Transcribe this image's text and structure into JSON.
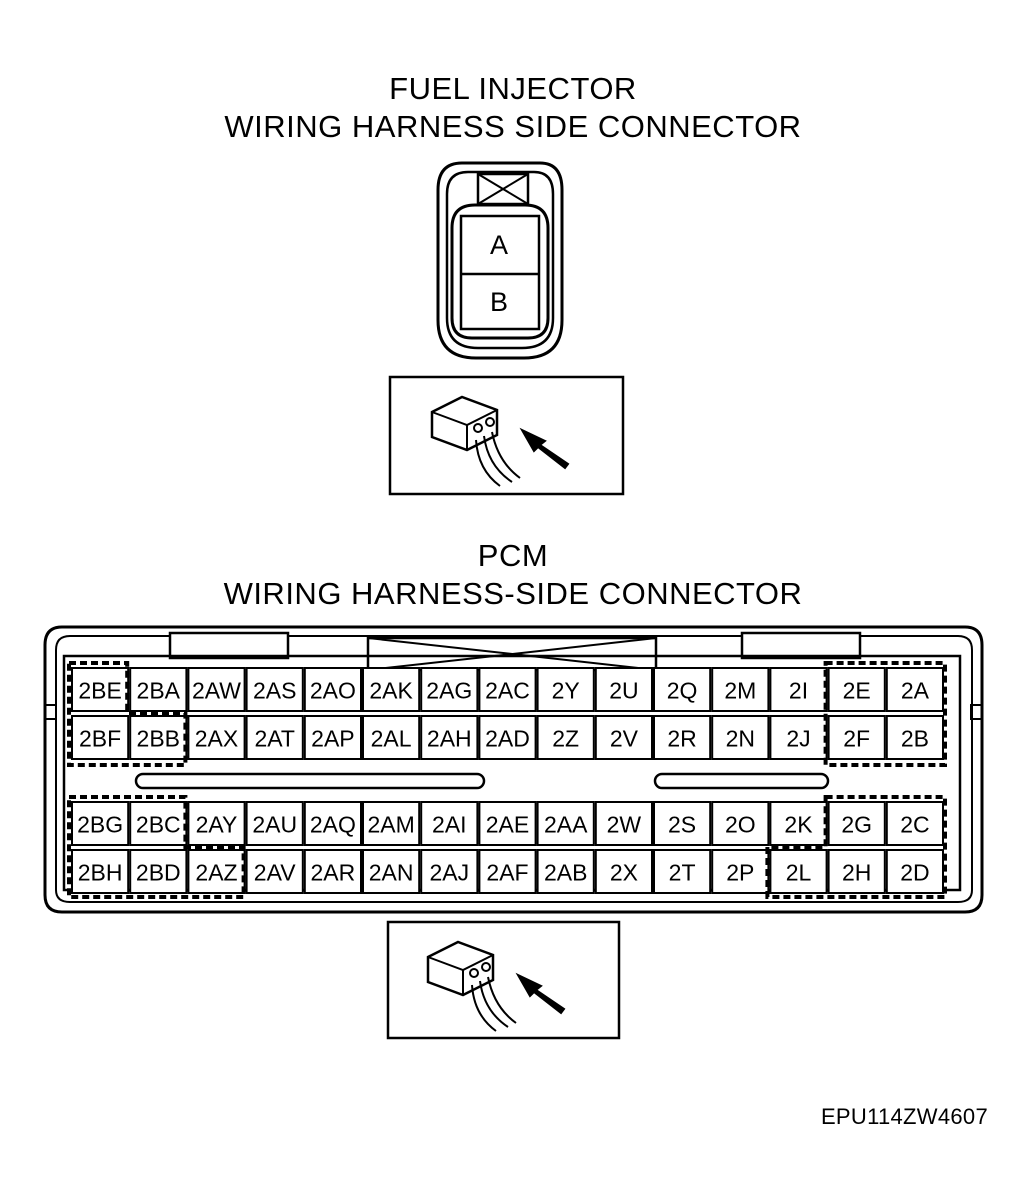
{
  "injector": {
    "title_line1": "FUEL INJECTOR",
    "title_line2": "WIRING HARNESS SIDE CONNECTOR",
    "terminals": [
      "A",
      "B"
    ]
  },
  "pcm": {
    "title_line1": "PCM",
    "title_line2": "WIRING HARNESS-SIDE CONNECTOR",
    "upper_block": [
      [
        "2BE",
        "2BA",
        "2AW",
        "2AS",
        "2AO",
        "2AK",
        "2AG",
        "2AC",
        "2Y",
        "2U",
        "2Q",
        "2M",
        "2I",
        "2E",
        "2A"
      ],
      [
        "2BF",
        "2BB",
        "2AX",
        "2AT",
        "2AP",
        "2AL",
        "2AH",
        "2AD",
        "2Z",
        "2V",
        "2R",
        "2N",
        "2J",
        "2F",
        "2B"
      ]
    ],
    "lower_block": [
      [
        "2BG",
        "2BC",
        "2AY",
        "2AU",
        "2AQ",
        "2AM",
        "2AI",
        "2AE",
        "2AA",
        "2W",
        "2S",
        "2O",
        "2K",
        "2G",
        "2C"
      ],
      [
        "2BH",
        "2BD",
        "2AZ",
        "2AV",
        "2AR",
        "2AN",
        "2AJ",
        "2AF",
        "2AB",
        "2X",
        "2T",
        "2P",
        "2L",
        "2H",
        "2D"
      ]
    ]
  },
  "reference_code": "EPU114ZW4607"
}
